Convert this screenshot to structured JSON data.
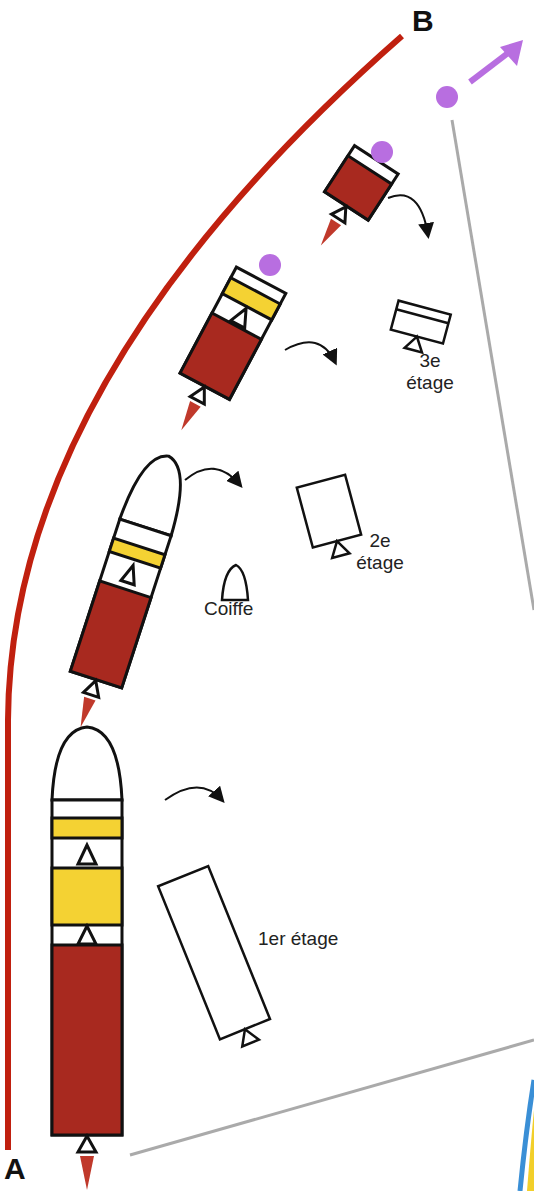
{
  "diagram": {
    "labels": [
      "B",
      "3e étage",
      "2e étage",
      "Coiffe",
      "1er étage",
      "A"
    ]
  }
}
